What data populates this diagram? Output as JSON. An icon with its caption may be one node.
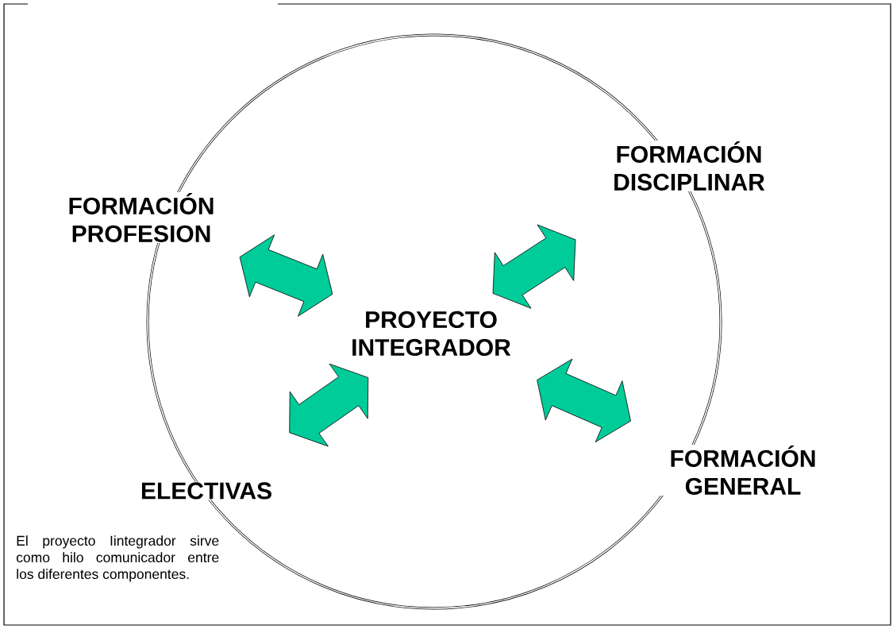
{
  "diagram": {
    "nodes": [
      {
        "text": [],
        "shape": "circle"
      },
      {
        "text": [
          "FORMACIÓN PROFESION"
        ]
      },
      {
        "text": [
          "FORMACIÓN DISCIPLINAR"
        ]
      },
      {
        "text": [
          "PROYECTO INTEGRADOR"
        ],
        "in": 0
      },
      {
        "text": [
          "ELECTIVAS"
        ]
      },
      {
        "text": [
          "FORMACIÓN GENERAL"
        ]
      }
    ],
    "edges": [
      {
        "from": 3,
        "to": 1,
        "arrow": "both"
      },
      {
        "from": 3,
        "to": 2,
        "arrow": "both"
      },
      {
        "from": 3,
        "to": 4,
        "arrow": "both"
      },
      {
        "from": 3,
        "to": 5,
        "arrow": "both"
      }
    ],
    "labels": [
      "El proyecto Iintegrador sirve como hilo comunicador entre los diferentes componentes."
    ]
  }
}
